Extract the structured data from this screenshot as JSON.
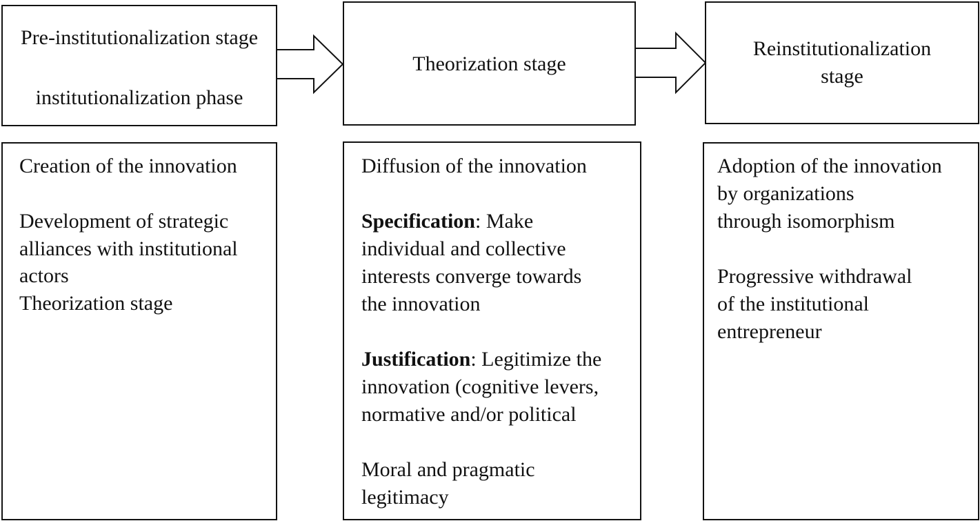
{
  "stages": {
    "first": {
      "line1": "Pre-institutionalization stage",
      "line2": "institutionalization phase"
    },
    "second": {
      "line1": "Theorization stage"
    },
    "third": {
      "line1": "Reinstitutionalization",
      "line2": "stage"
    }
  },
  "details": {
    "first": {
      "item1": "Creation of the innovation",
      "item2_line1": "Development of strategic",
      "item2_line2": "alliances with institutional",
      "item2_line3": "actors",
      "item3": "Theorization stage"
    },
    "second": {
      "item1": "Diffusion of the innovation",
      "spec_term": "Specification",
      "spec_line1": ": Make",
      "spec_line2": "individual and collective",
      "spec_line3": "interests converge towards",
      "spec_line4": "the innovation",
      "just_term": "Justification",
      "just_line1": ": Legitimize the",
      "just_line2": "innovation (cognitive levers,",
      "just_line3": "normative and/or political",
      "moral_line1": "Moral and pragmatic",
      "moral_line2": "legitimacy"
    },
    "third": {
      "item1_line1": "Adoption of the innovation",
      "item1_line2": "by organizations",
      "item1_line3": "through isomorphism",
      "item2_line1": "Progressive withdrawal",
      "item2_line2": "of the institutional",
      "item2_line3": "entrepreneur"
    }
  }
}
